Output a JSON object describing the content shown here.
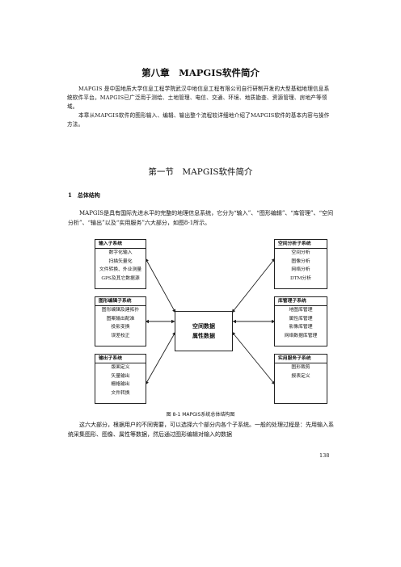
{
  "chapter_title": "第八章　MAPGIS软件简介",
  "intro_paragraphs": [
    "MAPGIS 是中国地质大学信息工程学院武汉中地信息工程有限公司自行研制开发的大型基础地理信息系统软件平台。MAPGIS已广泛用于测绘、土地管理、电信、交通、环境、地质勘查、资源管理、房地产等领域。",
    "本章从MAPGIS软件的图形输入、编辑、输出整个流程较详细地介绍了MAPGIS软件的基本内容与操作方法。"
  ],
  "section_title": "第一节　MAPGIS软件简介",
  "subsection_title": "1　总体结构",
  "structure_paragraph": "MAPGIS是具有国际先进水平的完整的地理信息系统，它分为“输入”、“图形编辑”、“库管理”、“空间分析”、“输出”以及“实用服务”六大部分，如图8-1所示。",
  "diagram": {
    "center": [
      "空间数据",
      "属性数据"
    ],
    "input": {
      "title": "输入子系统",
      "items": [
        "数字化输入",
        "扫描矢量化",
        "文件转换、外业测量",
        "GPS及其它数据源"
      ]
    },
    "edit": {
      "title": "图形编辑子系统",
      "items": [
        "图形编辑及建拓扑",
        "图案输出配准",
        "投影变换",
        "误差校正"
      ]
    },
    "output": {
      "title": "输出子系统",
      "items": [
        "版面定义",
        "矢量输出",
        "栅格输出",
        "文件转换"
      ]
    },
    "analysis": {
      "title": "空间分析子系统",
      "items": [
        "空间分析",
        "图像分析",
        "网络分析",
        "DTM分析"
      ]
    },
    "db": {
      "title": "库管理子系统",
      "items": [
        "地图库管理",
        "属性库管理",
        "影像库管理",
        "网络数据库管理"
      ]
    },
    "service": {
      "title": "实用服务子系统",
      "items": [
        "图形裁剪",
        "报表定义"
      ]
    }
  },
  "figure_caption": "图 8-1 MAPGIS系统总体结构图",
  "closing_paragraph": "这六大部分，根据用户的不同需要，可以选择六个部分内各个子系统。一般的处理过程是：先用输入系统采集图形、图像、属性等数据，然后通过图形编辑对输入的数据",
  "page_number": "138"
}
